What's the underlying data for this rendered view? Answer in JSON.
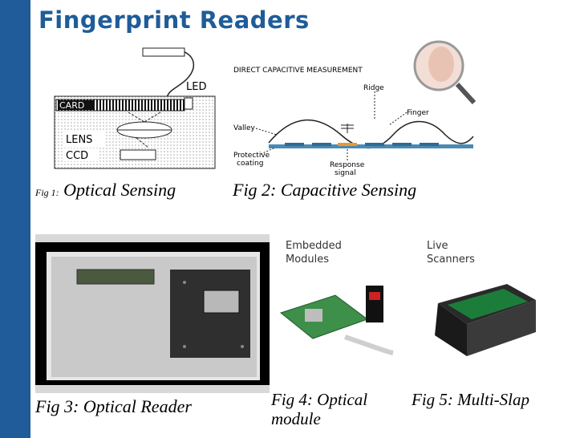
{
  "slide": {
    "title": "Fingerprint Readers"
  },
  "fig1": {
    "caption_prefix": "Fig 1:",
    "caption": "Optical Sensing",
    "labels": {
      "led": "LED",
      "card": "CARD",
      "lens": "LENS",
      "ccd": "CCD"
    }
  },
  "fig2": {
    "caption": "Fig 2: Capacitive Sensing",
    "labels": {
      "heading": "DIRECT CAPACITIVE MEASUREMENT",
      "ridge": "Ridge",
      "finger": "Finger",
      "valley": "Valley",
      "protective_1": "Protective",
      "protective_2": "coating",
      "response_1": "Response",
      "response_2": "signal"
    }
  },
  "fig3": {
    "caption": "Fig 3: Optical Reader"
  },
  "fig4": {
    "caption": "Fig 4: Optical module",
    "label": "Embedded\nModules"
  },
  "fig5": {
    "caption": "Fig 5: Multi-Slap",
    "label": "Live\nScanners"
  },
  "colors": {
    "accent": "#1f5c99",
    "caption": "#000000"
  }
}
